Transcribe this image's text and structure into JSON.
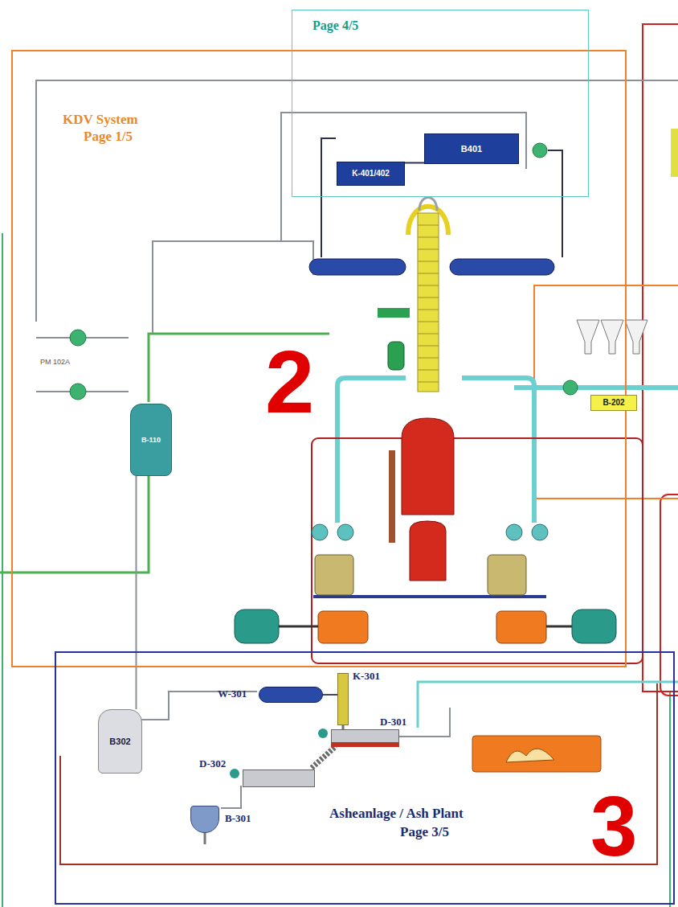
{
  "diagram": {
    "nodes": [
      {
        "text": [
          "KDV System",
          "Page 1/5"
        ]
      },
      {
        "text": [
          "Page 4/5"
        ]
      },
      {
        "text": [
          "B401"
        ],
        "in": 1
      },
      {
        "text": [
          "K-401/402"
        ],
        "in": 1
      },
      {
        "text": [
          "B-110"
        ],
        "in": 0
      },
      {
        "text": [
          "B-202"
        ]
      },
      {
        "text": [
          "Asheanlage / Ash Plant",
          "Page 3/5"
        ]
      },
      {
        "text": [
          "W-301"
        ],
        "in": 6
      },
      {
        "text": [
          "K-301"
        ],
        "in": 6
      },
      {
        "text": [
          "D-301"
        ],
        "in": 6
      },
      {
        "text": [
          "B302"
        ],
        "in": 6
      },
      {
        "text": [
          "D-302"
        ],
        "in": 6
      },
      {
        "text": [
          "B-301"
        ],
        "in": 6
      }
    ],
    "edges": [
      {
        "from": 2,
        "to": 3,
        "arrow": "none"
      },
      {
        "from": 4,
        "to": 10,
        "arrow": "none"
      },
      {
        "from": 7,
        "to": 8,
        "arrow": "none"
      },
      {
        "from": 8,
        "to": 9,
        "arrow": "none"
      }
    ],
    "labels": [
      "2",
      "3",
      "PM 102A"
    ]
  }
}
